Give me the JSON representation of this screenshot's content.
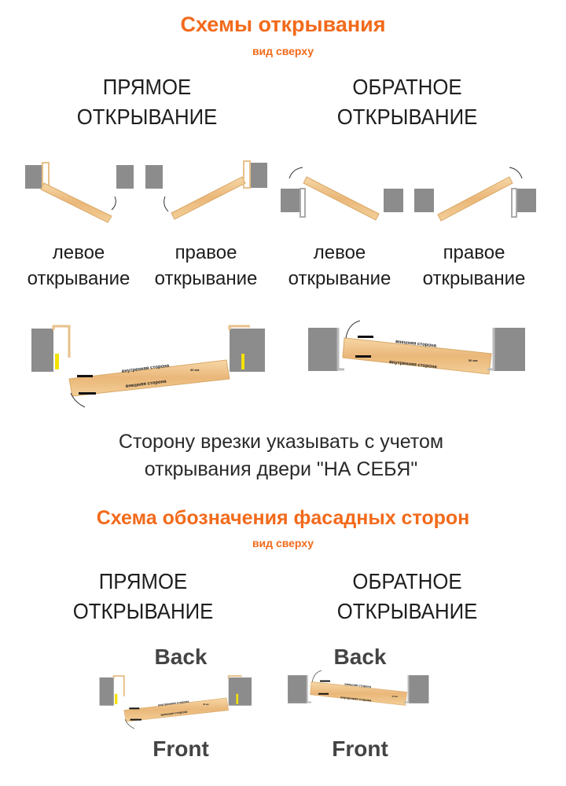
{
  "section1": {
    "title": "Схемы открывания",
    "subtitle": "вид сверху",
    "direct": {
      "line1": "ПРЯМОЕ",
      "line2": "ОТКРЫВАНИЕ"
    },
    "reverse": {
      "line1": "ОБРАТНОЕ",
      "line2": "ОТКРЫВАНИЕ"
    },
    "labels": [
      {
        "l1": "левое",
        "l2": "открывание"
      },
      {
        "l1": "правое",
        "l2": "открывание"
      },
      {
        "l1": "левое",
        "l2": "открывание"
      },
      {
        "l1": "правое",
        "l2": "открывание"
      }
    ],
    "diagram_direct": {
      "inner": "внутренняя сторона",
      "outer": "внешняя сторона",
      "thickness": "40 мм"
    },
    "diagram_reverse": {
      "inner": "внутренняя сторона",
      "outer": "внешняя сторона",
      "thickness": "50 мм"
    },
    "note": {
      "line1": "Сторону врезки указывать с учетом",
      "line2": "открывания двери \"НА СЕБЯ\""
    }
  },
  "section2": {
    "title": "Схема обозначения фасадных сторон",
    "subtitle": "вид сверху",
    "direct": {
      "line1": "ПРЯМОЕ",
      "line2": "ОТКРЫВАНИЕ"
    },
    "reverse": {
      "line1": "ОБРАТНОЕ",
      "line2": "ОТКРЫВАНИЕ"
    },
    "back_label": "Back",
    "front_label": "Front"
  },
  "colors": {
    "accent": "#f26a1b",
    "wood": "#f0c48a",
    "wall": "#8c8c8c"
  }
}
